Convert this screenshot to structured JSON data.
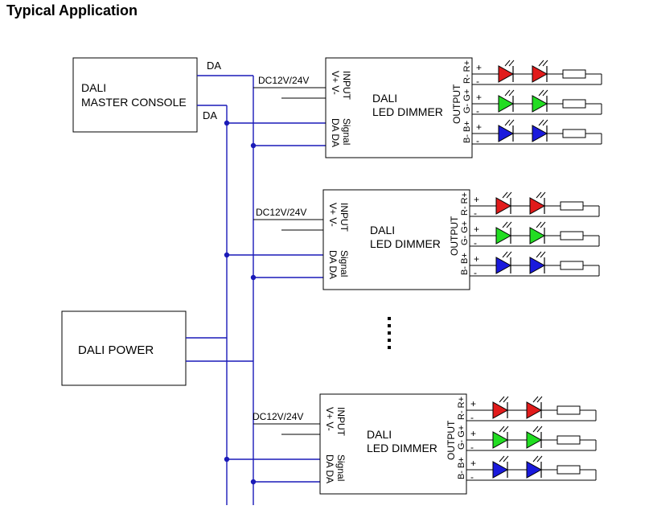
{
  "title": "Typical Application",
  "master_console": {
    "line1": "DALI",
    "line2": "MASTER CONSOLE"
  },
  "power": {
    "label": "DALI POWER"
  },
  "da_labels": [
    "DA",
    "DA"
  ],
  "dimmer": {
    "supply": "DC12V/24V",
    "input_label": "INPUT",
    "input_pins": "V+  V-",
    "signal_label": "Signal",
    "signal_pins": "DA DA",
    "name_line1": "DALI",
    "name_line2": "LED DIMMER",
    "output_label": "OUTPUT",
    "channels": [
      {
        "pins": "R- R+",
        "color": "#e11b1b"
      },
      {
        "pins": "G- G+",
        "color": "#22dd22"
      },
      {
        "pins": "B- B+",
        "color": "#1a1adc"
      }
    ],
    "plus": "+",
    "minus": "-"
  },
  "colors": {
    "bus": "#1a1ab8",
    "line": "#000000"
  }
}
